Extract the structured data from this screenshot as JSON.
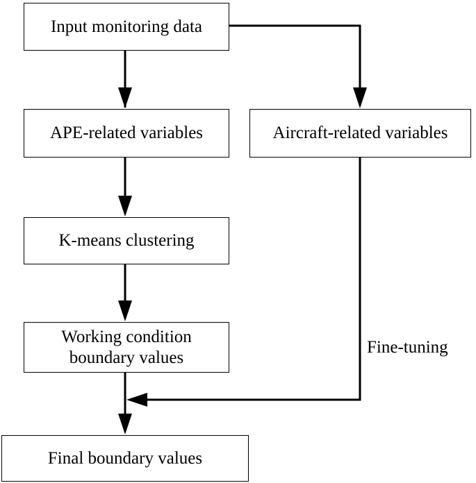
{
  "nodes": {
    "input": {
      "label": "Input monitoring data"
    },
    "ape": {
      "label": "APE-related variables"
    },
    "aircraft": {
      "label": "Aircraft-related variables"
    },
    "kmeans": {
      "label": "K-means clustering"
    },
    "working": {
      "line1": "Working condition",
      "line2": "boundary values"
    },
    "final": {
      "label": "Final boundary values"
    }
  },
  "edges": {
    "fine_tuning_label": "Fine-tuning"
  },
  "colors": {
    "stroke": "#000000",
    "background": "#ffffff"
  }
}
